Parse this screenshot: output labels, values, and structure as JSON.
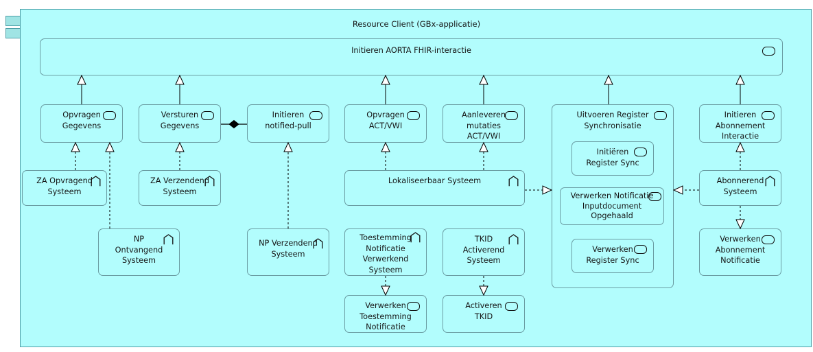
{
  "diagram": {
    "type": "archimate-application-layer",
    "title": "Resource Client (GBx-applicatie)",
    "background_color": "#b2fdfd",
    "border_color": "#4c9ea6",
    "tab_color": "#a0e4e4"
  },
  "group": {
    "title": "Resource Client (GBx-applicatie)"
  },
  "band": {
    "label": "Initieren AORTA FHIR-interactie",
    "icon": "application-service-icon"
  },
  "nodes": {
    "opvragen_gegevens": {
      "label": "Opvragen\nGegevens",
      "icon": "application-service-icon"
    },
    "versturen_gegevens": {
      "label": "Versturen\nGegevens",
      "icon": "application-service-icon"
    },
    "initieren_notified_pull": {
      "label": "Initieren\nnotified-pull",
      "icon": "application-service-icon"
    },
    "opvragen_act_vwi": {
      "label": "Opvragen\nACT/VWI",
      "icon": "application-service-icon"
    },
    "aanleveren_mutaties": {
      "label": "Aanleveren\nmutaties\nACT/VWI",
      "icon": "application-service-icon"
    },
    "uitvoeren_register_sync": {
      "label": "Uitvoeren Register\nSynchronisatie",
      "icon": "application-service-icon"
    },
    "initieren_abonnement": {
      "label": "Initieren\nAbonnement\nInteractie",
      "icon": "application-service-icon"
    },
    "initieren_register_sync": {
      "label": "Initiëren\nRegister Sync",
      "icon": "application-service-icon"
    },
    "verwerken_notificatie": {
      "label": "Verwerken Notificatie\nInputdocument\nOpgehaald",
      "icon": "application-service-icon"
    },
    "verwerken_register_sync": {
      "label": "Verwerken\nRegister Sync",
      "icon": "application-service-icon"
    },
    "za_opvragend": {
      "label": "ZA Opvragend\nSysteem",
      "icon": "application-component-icon"
    },
    "za_verzendend": {
      "label": "ZA Verzendend\nSysteem",
      "icon": "application-component-icon"
    },
    "lokaliseerbaar": {
      "label": "Lokaliseerbaar Systeem",
      "icon": "application-component-icon"
    },
    "abonnerend": {
      "label": "Abonnerend\nSysteem",
      "icon": "application-component-icon"
    },
    "np_ontvangend": {
      "label": "NP\nOntvangend\nSysteem",
      "icon": "application-component-icon"
    },
    "np_verzendend": {
      "label": "NP Verzendend\nSysteem",
      "icon": "application-component-icon"
    },
    "toestemming_notificatie": {
      "label": "Toestemming\nNotificatie\nVerwerkend\nSysteem",
      "icon": "application-component-icon"
    },
    "tkid_activerend": {
      "label": "TKID\nActiverend\nSysteem",
      "icon": "application-component-icon"
    },
    "verwerken_abonnement": {
      "label": "Verwerken\nAbonnement\nNotificatie",
      "icon": "application-service-icon"
    },
    "verwerken_toestemming": {
      "label": "Verwerken\nToestemming\nNotificatie",
      "icon": "application-service-icon"
    },
    "activeren_tkid": {
      "label": "Activeren\nTKID",
      "icon": "application-service-icon"
    }
  }
}
